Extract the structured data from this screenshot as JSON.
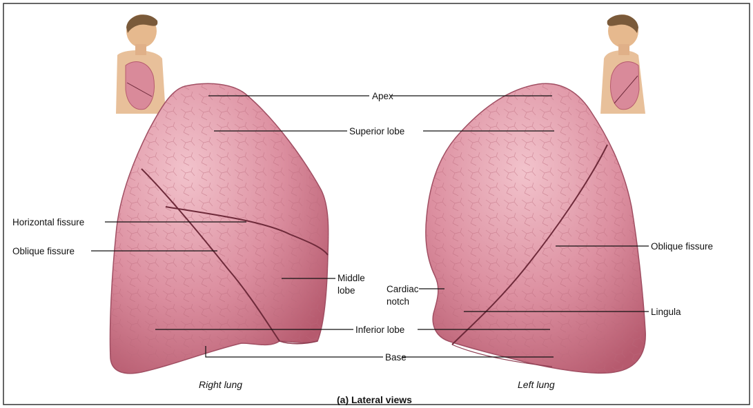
{
  "figure": {
    "title": "(a) Lateral views",
    "captions": {
      "right_lung": "Right lung",
      "left_lung": "Left lung"
    }
  },
  "labels": {
    "apex": "Apex",
    "superior_lobe": "Superior lobe",
    "horizontal_fissure": "Horizontal fissure",
    "oblique_fissure_right": "Oblique fissure",
    "oblique_fissure_left": "Oblique fissure",
    "middle_lobe_1": "Middle",
    "middle_lobe_2": "lobe",
    "cardiac_notch_1": "Cardiac",
    "cardiac_notch_2": "notch",
    "lingula": "Lingula",
    "inferior_lobe": "Inferior lobe",
    "base": "Base"
  },
  "colors": {
    "lung_fill": "#d98a9a",
    "lung_light": "#eab4bf",
    "lung_dark": "#b65a6e",
    "fissure": "#6e2a3a",
    "skin": "#e6b98e",
    "hair": "#7a5a3a"
  }
}
